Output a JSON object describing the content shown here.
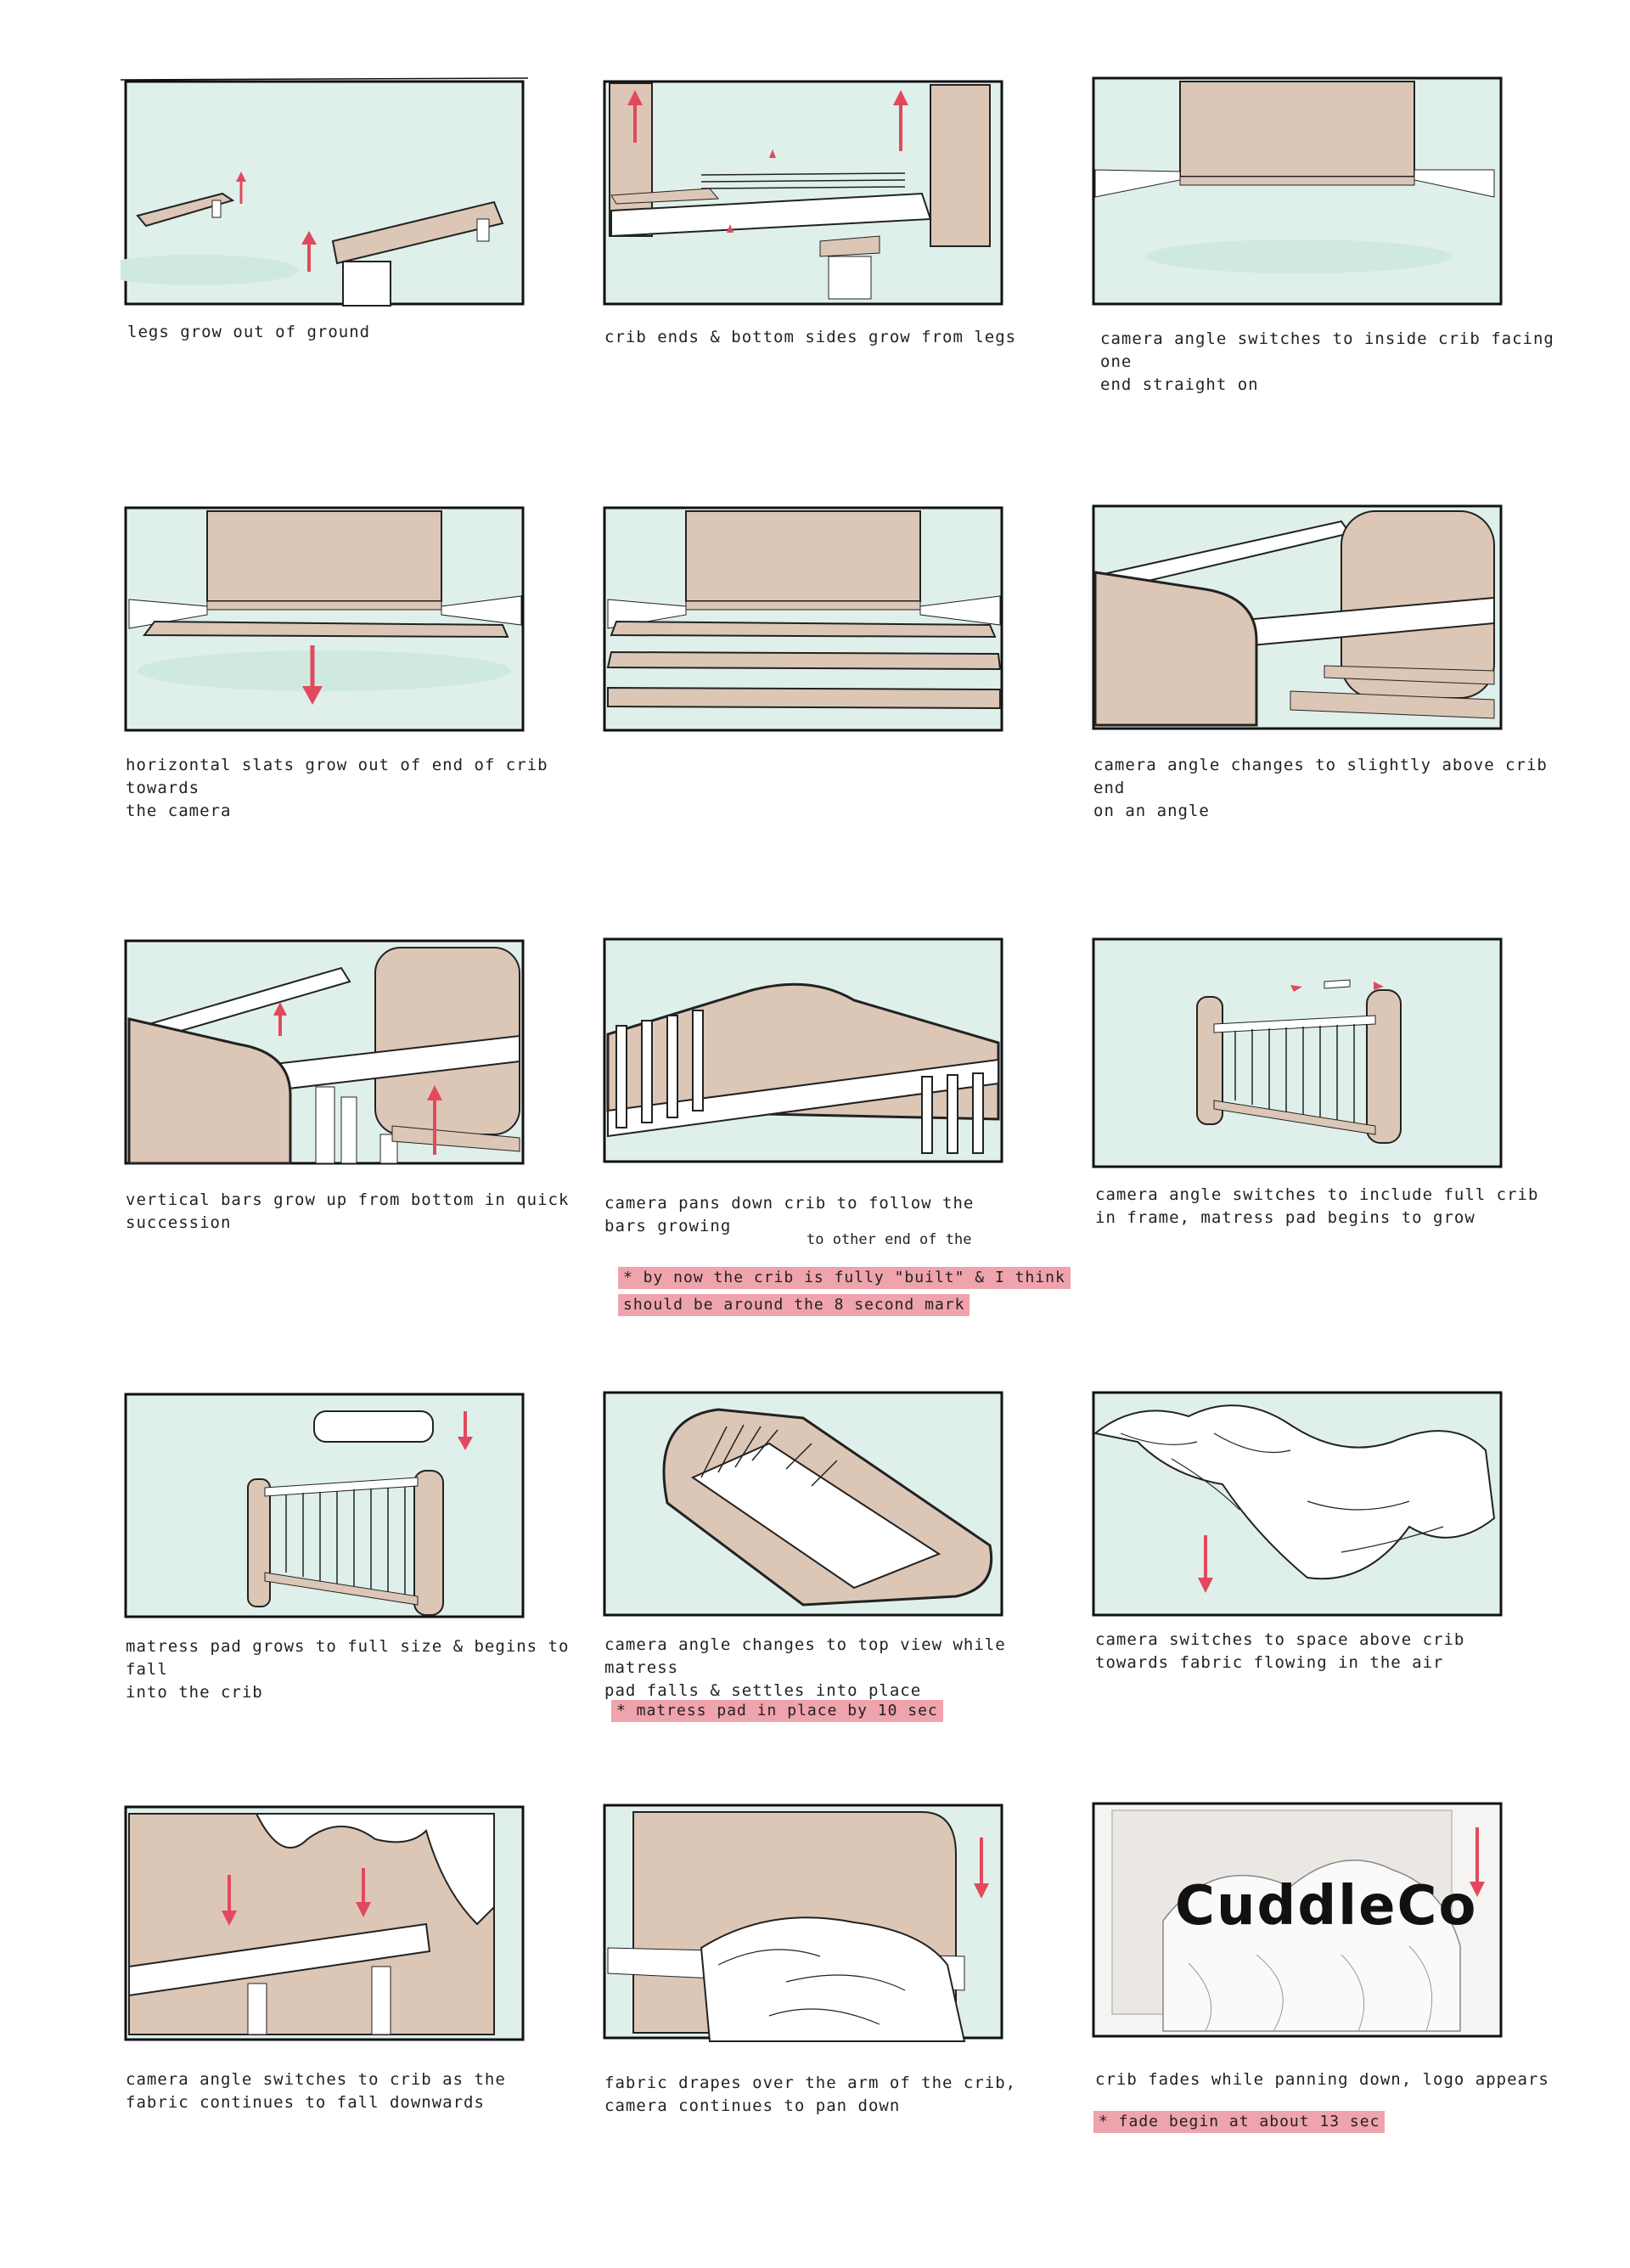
{
  "panels": [
    {
      "caption": [
        "legs grow out of ground"
      ]
    },
    {
      "caption": [
        "crib ends & bottom sides grow from legs"
      ]
    },
    {
      "caption": [
        "camera angle switches to inside crib facing one",
        "end straight on"
      ]
    },
    {
      "caption": [
        "horizontal slats grow out of end of crib towards",
        "the camera"
      ]
    },
    {
      "caption": []
    },
    {
      "caption": [
        "camera angle changes to slightly above crib end",
        "on an angle"
      ]
    },
    {
      "caption": [
        "vertical bars grow up from bottom in quick",
        "succession"
      ]
    },
    {
      "caption": [
        "camera pans down crib to follow the",
        "bars growing"
      ],
      "insert": "to other end of the",
      "notes": [
        "* by now the crib is fully \"built\" & I think",
        "should be around the 8 second mark"
      ]
    },
    {
      "caption": [
        "camera angle switches to include full crib",
        "in frame, matress pad begins to grow"
      ]
    },
    {
      "caption": [
        "matress pad grows to full size & begins to fall",
        "into the crib"
      ]
    },
    {
      "caption": [
        "camera angle changes to top view while matress",
        "pad falls & settles into place"
      ],
      "notes": [
        "* matress pad in place by 10 sec"
      ]
    },
    {
      "caption": [
        "camera switches to space above crib",
        "towards fabric flowing in the air"
      ]
    },
    {
      "caption": [
        "camera angle switches to crib as the",
        "fabric continues to fall downwards"
      ]
    },
    {
      "caption": [
        "fabric drapes over the arm of the crib,",
        "camera continues to pan down"
      ]
    },
    {
      "caption": [
        "crib fades while panning down, logo appears"
      ],
      "notes": [
        "* fade begin at about 13 sec"
      ],
      "logo": "CuddleCo"
    }
  ],
  "colors": {
    "background": "#dff0eb",
    "wood": "#dcc6b6",
    "woodDark": "#c8a994",
    "arrow": "#e2495c",
    "highlight": "#e25868"
  }
}
